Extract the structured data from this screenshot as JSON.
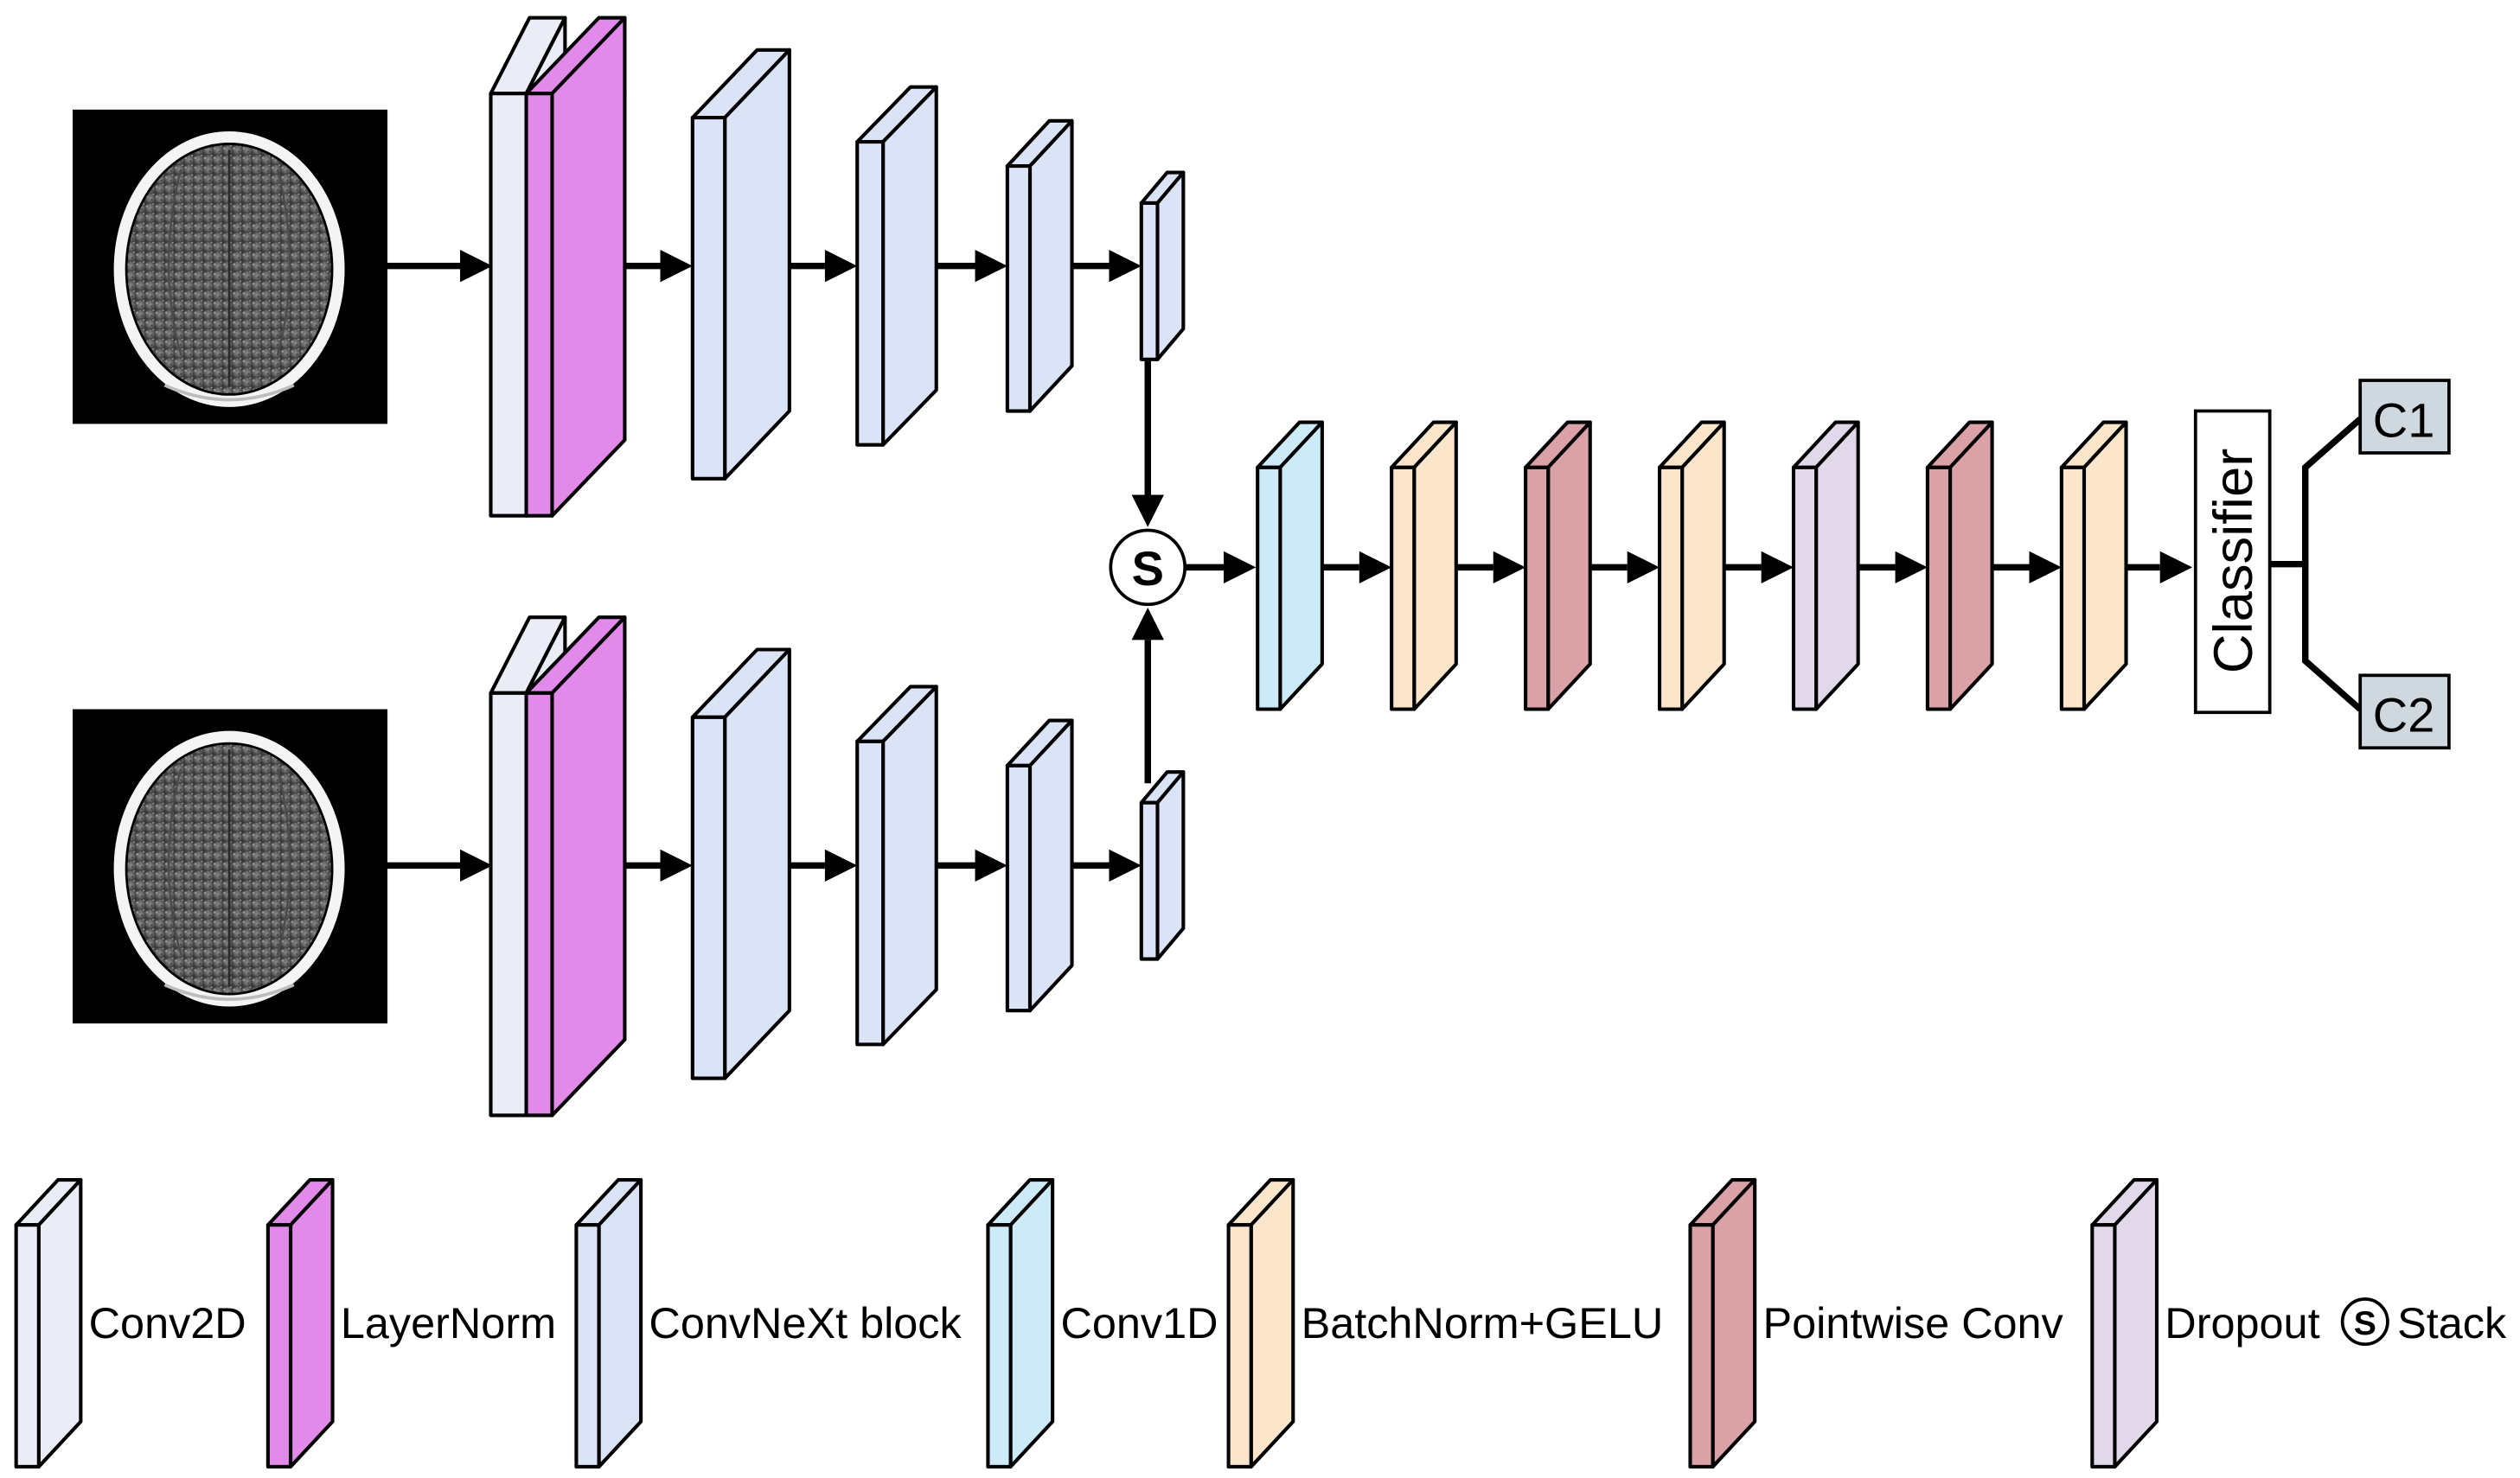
{
  "colors": {
    "conv2d": "#eaecf6",
    "layernorm": "#e28ae9",
    "convnext": "#dbe4f6",
    "conv1d": "#cdeaf8",
    "batchnorm_gelu": "#fbe6cc",
    "pointwise_conv": "#daa1a6",
    "dropout": "#e1d9e9",
    "output": "#cfd7df",
    "ct_background": "#000000"
  },
  "nodes": {
    "stack_symbol": "S",
    "classifier": "Classifier",
    "outputs": [
      "C1",
      "C2"
    ]
  },
  "legend": [
    {
      "key": "conv2d",
      "label": "Conv2D"
    },
    {
      "key": "layernorm",
      "label": "LayerNorm"
    },
    {
      "key": "convnext",
      "label": "ConvNeXt block"
    },
    {
      "key": "conv1d",
      "label": "Conv1D"
    },
    {
      "key": "batchnorm_gelu",
      "label": "BatchNorm+GELU"
    },
    {
      "key": "pointwise_conv",
      "label": "Pointwise Conv"
    },
    {
      "key": "dropout",
      "label": "Dropout"
    },
    {
      "key": "stack",
      "label": "Stack",
      "symbol": "S"
    }
  ],
  "head_sequence": [
    "conv1d",
    "batchnorm_gelu",
    "pointwise_conv",
    "batchnorm_gelu",
    "dropout",
    "pointwise_conv",
    "batchnorm_gelu"
  ]
}
